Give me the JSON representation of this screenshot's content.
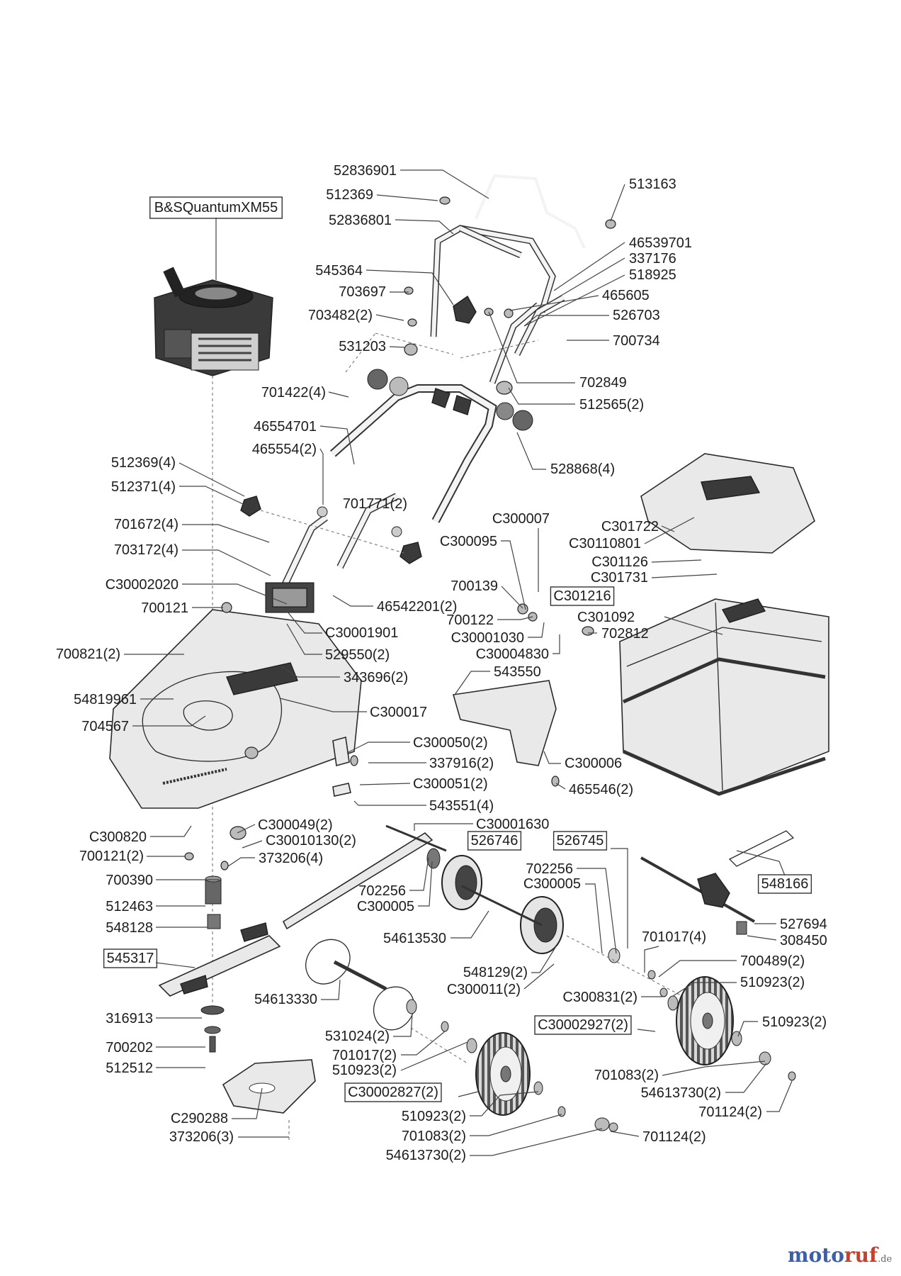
{
  "engine_label": "B&SQuantumXM55",
  "watermark": {
    "part1": "moto",
    "part2": "ruf",
    "suffix": ".de"
  },
  "labels": {
    "L001": "52836901",
    "L002": "512369",
    "L003": "513163",
    "L004": "52836801",
    "L005": "46539701",
    "L006": "337176",
    "L007": "518925",
    "L008": "545364",
    "L009": "465605",
    "L010": "703697",
    "L011": "526703",
    "L012": "703482(2)",
    "L013": "700734",
    "L014": "531203",
    "L015": "702849",
    "L016": "701422(4)",
    "L017": "512565(2)",
    "L018": "46554701",
    "L019": "465554(2)",
    "L020": "528868(4)",
    "L021": "512369(4)",
    "L022": "512371(4)",
    "L023": "701771(2)",
    "L024": "C300007",
    "L025": "701672(4)",
    "L026": "C301722",
    "L027": "C300095",
    "L028": "C30110801",
    "L029": "703172(4)",
    "L030": "C301126",
    "L031": "C301731",
    "L032": "C30002020",
    "L033": "700139",
    "L034": "C301216",
    "L035": "46542201(2)",
    "L036": "700121",
    "L037": "C301092",
    "L038": "700122",
    "L039": "702812",
    "L040": "C30001901",
    "L041": "C30001030",
    "L042": "700821(2)",
    "L043": "529550(2)",
    "L044": "C30004830",
    "L045": "543550",
    "L046": "343696(2)",
    "L047": "54819961",
    "L048": "C300017",
    "L049": "704567",
    "L050": "C300050(2)",
    "L051": "C300006",
    "L052": "337916(2)",
    "L053": "C300051(2)",
    "L054": "465546(2)",
    "L055": "543551(4)",
    "L056": "C30001630",
    "L057": "C300820",
    "L058": "C300049(2)",
    "L059": "C30010130(2)",
    "L060": "526746",
    "L061": "526745",
    "L062": "700121(2)",
    "L063": "373206(4)",
    "L064": "702256",
    "L065": "700390",
    "L066": "C300005",
    "L067": "548166",
    "L068": "702256",
    "L069": "512463",
    "L070": "C300005",
    "L071": "527694",
    "L072": "548128",
    "L073": "54613530",
    "L074": "308450",
    "L075": "701017(4)",
    "L076": "545317",
    "L077": "700489(2)",
    "L078": "548129(2)",
    "L079": "510923(2)",
    "L080": "C300011(2)",
    "L081": "54613330",
    "L082": "C300831(2)",
    "L083": "316913",
    "L084": "C30002927(2)",
    "L085": "510923(2)",
    "L086": "531024(2)",
    "L087": "700202",
    "L088": "701017(2)",
    "L089": "512512",
    "L090": "510923(2)",
    "L091": "701083(2)",
    "L092": "54613730(2)",
    "L093": "C30002827(2)",
    "L094": "701124(2)",
    "L095": "C290288",
    "L096": "510923(2)",
    "L097": "373206(3)",
    "L098": "701083(2)",
    "L099": "701124(2)",
    "L100": "54613730(2)"
  }
}
